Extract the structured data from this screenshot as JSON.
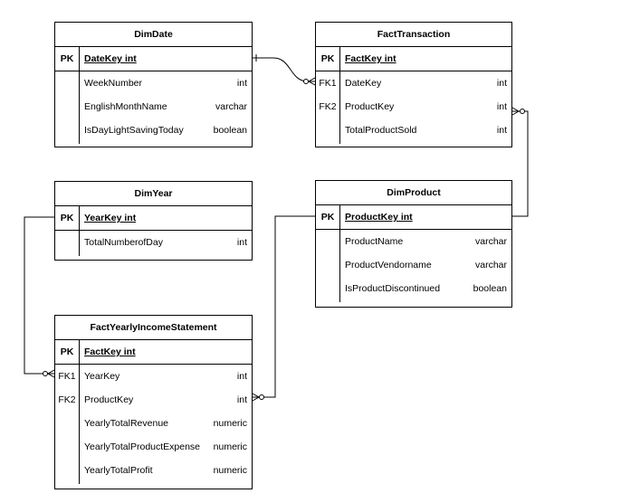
{
  "tables": {
    "dimdate": {
      "title": "DimDate",
      "pk": {
        "key": "PK",
        "name": "DateKey int"
      },
      "fields": [
        {
          "key": "",
          "name": "WeekNumber",
          "type": "int"
        },
        {
          "key": "",
          "name": "EnglishMonthName",
          "type": "varchar"
        },
        {
          "key": "",
          "name": "IsDayLightSavingToday",
          "type": "boolean"
        }
      ]
    },
    "facttransaction": {
      "title": "FactTransaction",
      "pk": {
        "key": "PK",
        "name": "FactKey int"
      },
      "fields": [
        {
          "key": "FK1",
          "name": "DateKey",
          "type": "int"
        },
        {
          "key": "FK2",
          "name": "ProductKey",
          "type": "int"
        },
        {
          "key": "",
          "name": "TotalProductSold",
          "type": "int"
        }
      ]
    },
    "dimyear": {
      "title": "DimYear",
      "pk": {
        "key": "PK",
        "name": "YearKey int"
      },
      "fields": [
        {
          "key": "",
          "name": "TotalNumberofDay",
          "type": "int"
        }
      ]
    },
    "dimproduct": {
      "title": "DimProduct",
      "pk": {
        "key": "PK",
        "name": "ProductKey int"
      },
      "fields": [
        {
          "key": "",
          "name": "ProductName",
          "type": "varchar"
        },
        {
          "key": "",
          "name": "ProductVendorname",
          "type": "varchar"
        },
        {
          "key": "",
          "name": "IsProductDiscontinued",
          "type": "boolean"
        }
      ]
    },
    "factyearly": {
      "title": "FactYearlyIncomeStatement",
      "pk": {
        "key": "PK",
        "name": "FactKey int"
      },
      "fields": [
        {
          "key": "FK1",
          "name": "YearKey",
          "type": "int"
        },
        {
          "key": "FK2",
          "name": "ProductKey",
          "type": "int"
        },
        {
          "key": "",
          "name": "YearlyTotalRevenue",
          "type": "numeric"
        },
        {
          "key": "",
          "name": "YearlyTotalProductExpense",
          "type": "numeric"
        },
        {
          "key": "",
          "name": "YearlyTotalProfit",
          "type": "numeric"
        }
      ]
    }
  }
}
